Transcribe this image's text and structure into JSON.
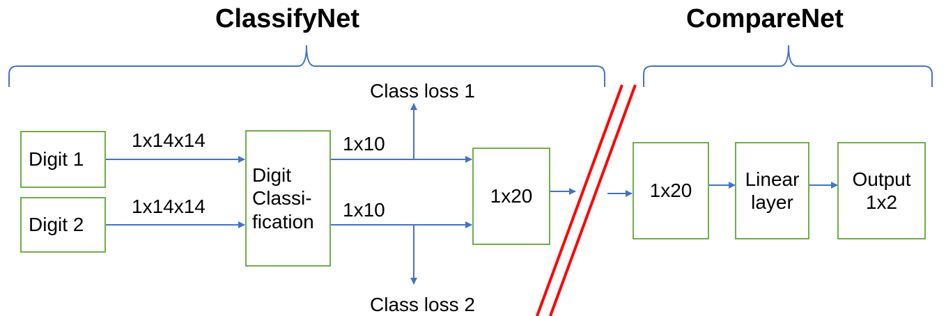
{
  "titles": {
    "classify": "ClassifyNet",
    "compare": "CompareNet"
  },
  "boxes": {
    "digit1": "Digit 1",
    "digit2": "Digit 2",
    "digit_classification": "Digit\nClassi-\nfication",
    "concat": "1x20",
    "compare_input": "1x20",
    "linear": "Linear\nlayer",
    "output": "Output\n1x2"
  },
  "labels": {
    "input_dim_1": "1x14x14",
    "input_dim_2": "1x14x14",
    "class_dim_1": "1x10",
    "class_dim_2": "1x10",
    "class_loss_1": "Class loss 1",
    "class_loss_2": "Class loss 2"
  },
  "colors": {
    "box_border": "#70ad47",
    "arrow": "#4472c4",
    "brace": "#4472c4",
    "separator": "#ff0000"
  }
}
